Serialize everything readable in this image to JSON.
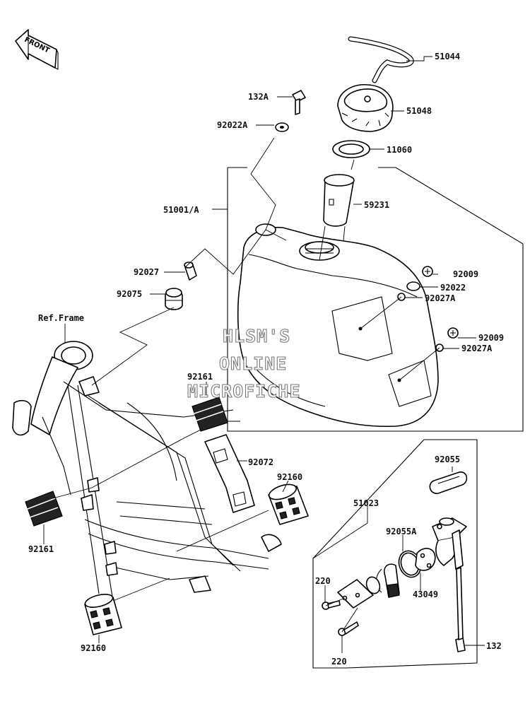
{
  "front_arrow": {
    "label": "FRONT"
  },
  "frame_label": "Ref.Frame",
  "watermark": [
    "HLSM'S",
    "ONLINE",
    "MICROFICHE"
  ],
  "parts": {
    "p51044": "51044",
    "p132A": "132A",
    "p51048": "51048",
    "p92022A": "92022A",
    "p11060": "11060",
    "p51001A": "51001/A",
    "p59231": "59231",
    "p92027": "92027",
    "p92009a": "92009",
    "p92022": "92022",
    "p92075": "92075",
    "p92027Aa": "92027A",
    "p92009b": "92009",
    "p92027Ab": "92027A",
    "p92161a": "92161",
    "p92072": "92072",
    "p92055": "92055",
    "p92160a": "92160",
    "p51023": "51023",
    "p92161b": "92161",
    "p92055A": "92055A",
    "p220a": "220",
    "p43049": "43049",
    "p92160b": "92160",
    "p132": "132",
    "p220b": "220"
  }
}
